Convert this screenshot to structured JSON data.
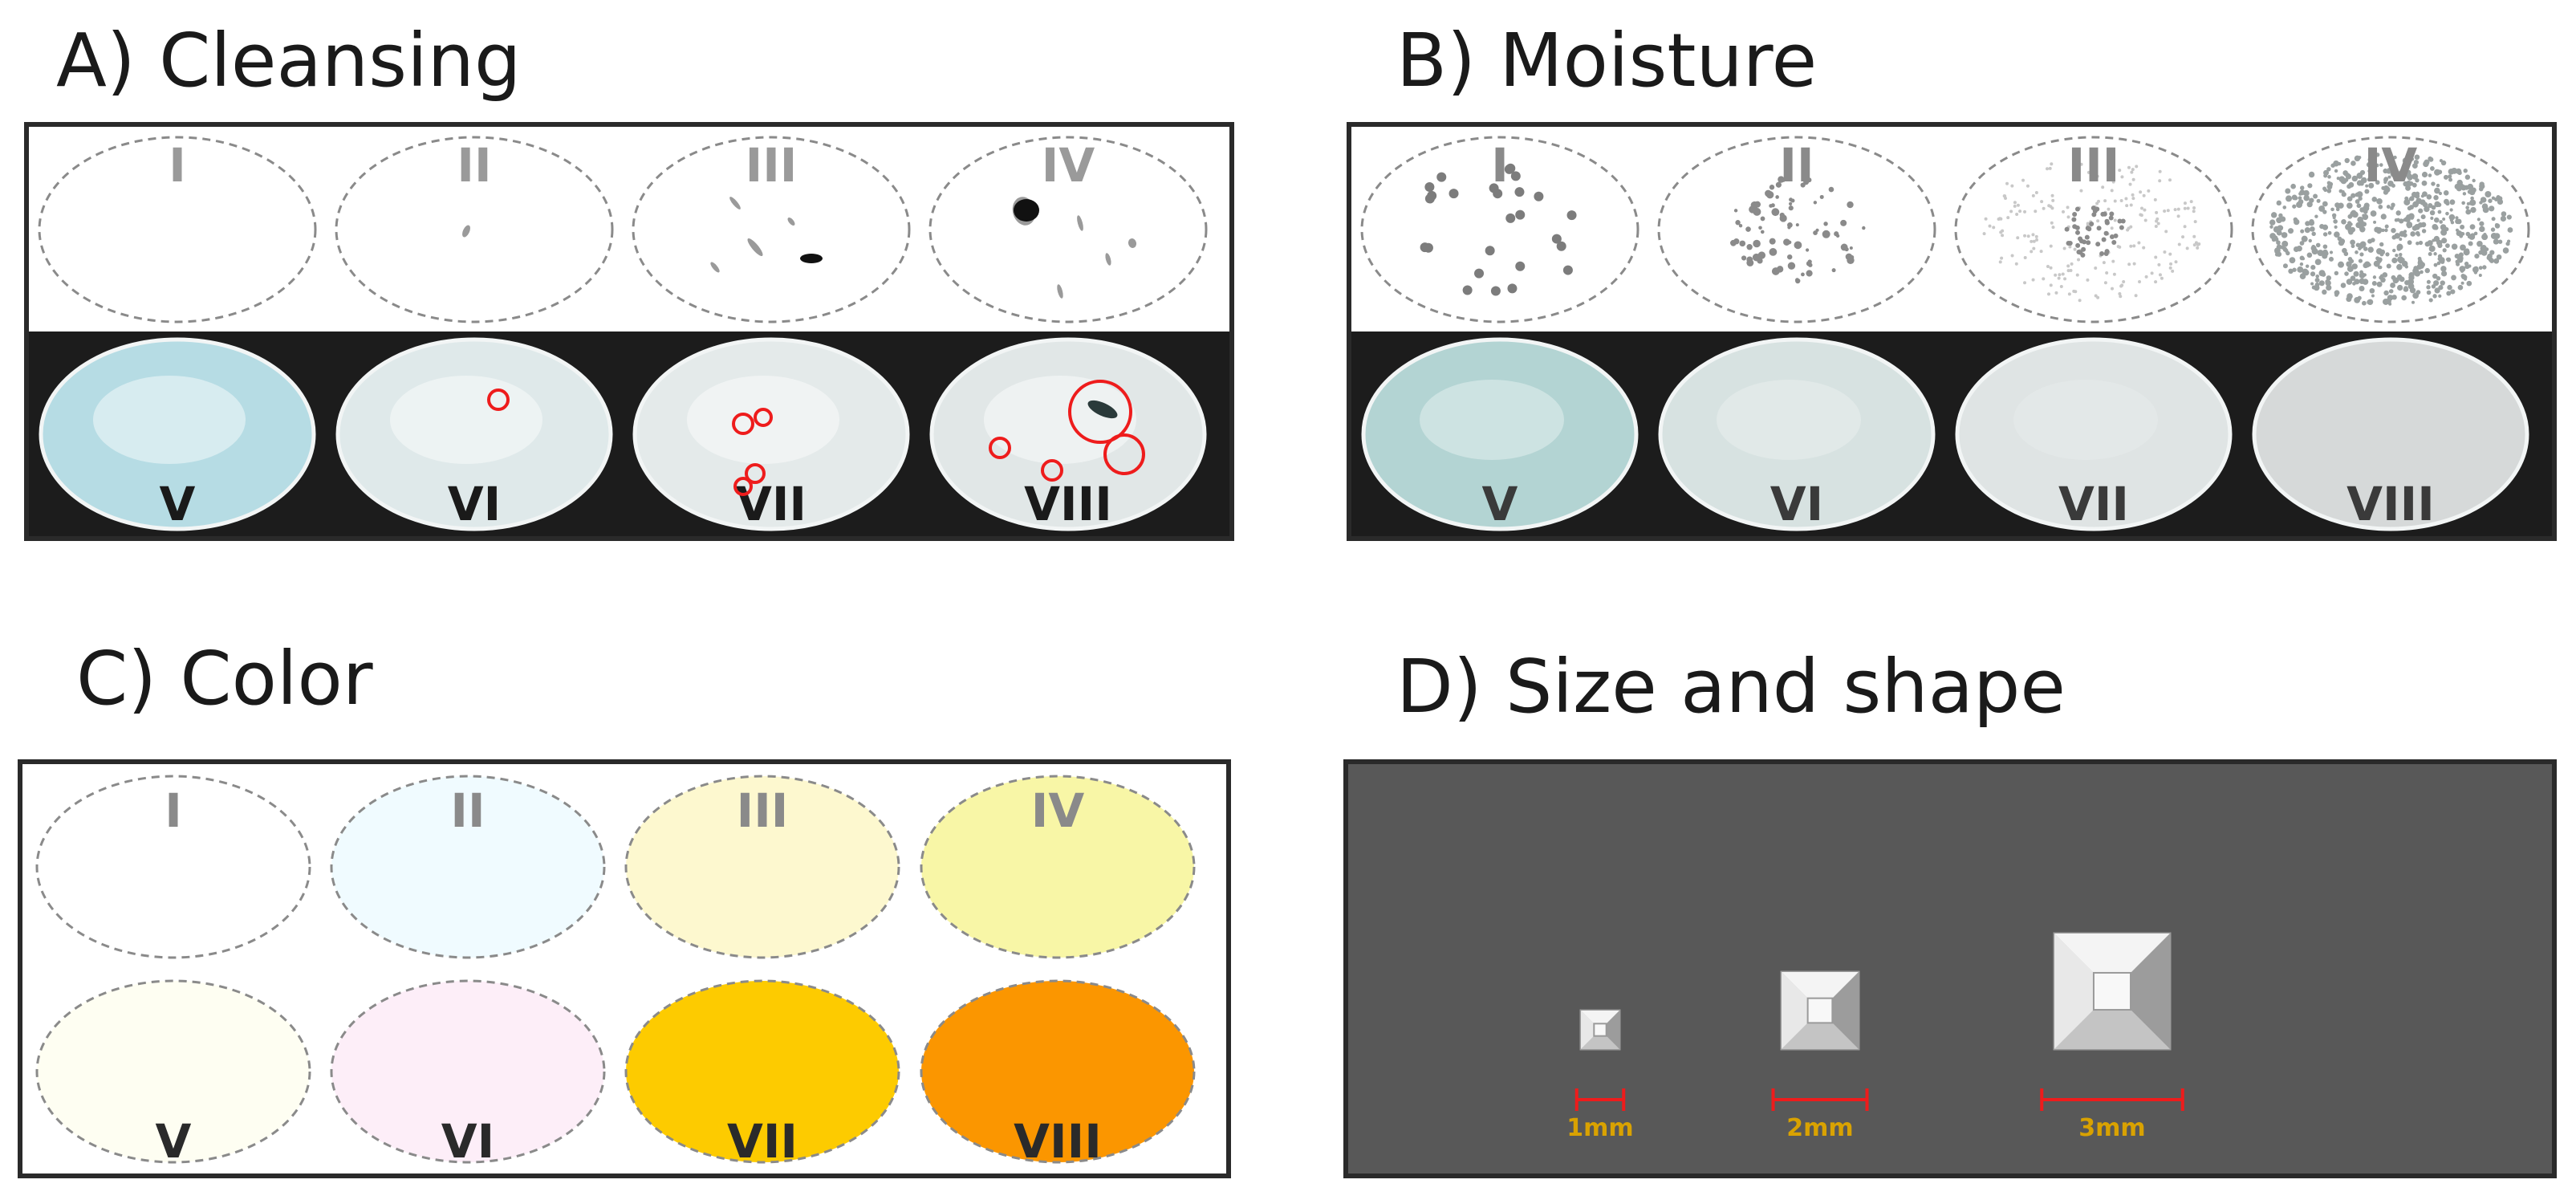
{
  "titles": {
    "a": "A) Cleansing",
    "b": "B) Moisture",
    "c": "C) Color",
    "d": "D) Size and shape"
  },
  "numerals": {
    "top": [
      "I",
      "II",
      "III",
      "IV"
    ],
    "bottom": [
      "V",
      "VI",
      "VII",
      "VIII"
    ]
  },
  "color_levels": [
    {
      "label": "I",
      "color": "#ffffff"
    },
    {
      "label": "II",
      "color": "#f0fbff"
    },
    {
      "label": "III",
      "color": "#fdf8cf"
    },
    {
      "label": "IV",
      "color": "#f8f6a6"
    },
    {
      "label": "V",
      "color": "#fefef2"
    },
    {
      "label": "VI",
      "color": "#fdeef8"
    },
    {
      "label": "VII",
      "color": "#fdcb00"
    },
    {
      "label": "VIII",
      "color": "#fb9600"
    }
  ],
  "sizes": [
    {
      "label": "1mm",
      "mm": 1
    },
    {
      "label": "2mm",
      "mm": 2
    },
    {
      "label": "3mm",
      "mm": 3
    }
  ],
  "colors": {
    "dark_panel": "#585858",
    "photo_background": "#1c1c1c",
    "red_marker": "#ee1c1c",
    "scale_text": "#d9a200"
  }
}
